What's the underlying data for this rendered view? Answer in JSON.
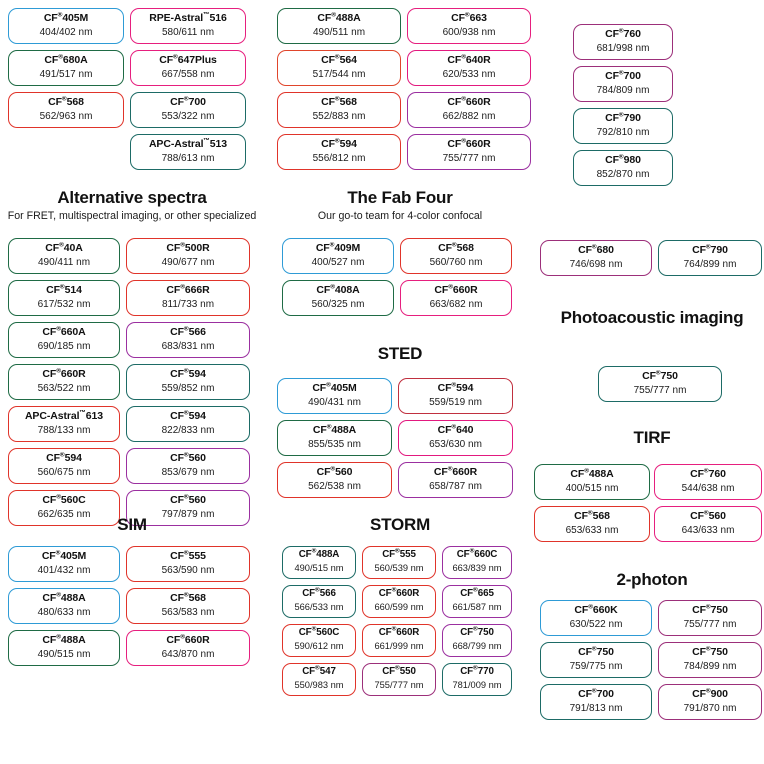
{
  "colors": {
    "blue": "#2e9bd6",
    "green": "#1f6b45",
    "teal": "#1d6b66",
    "red": "#e0342a",
    "orange_red": "#e0452b",
    "magenta": "#e2197f",
    "pink": "#e61f7e",
    "purple": "#8f2a8f",
    "violet": "#9b2fa0",
    "plum": "#9c2f7a"
  },
  "sections": [
    {
      "id": "top",
      "title": "",
      "subtitle": "",
      "columns": [
        {
          "id": "top-colA",
          "pills": [
            {
              "name": "CF",
              "sup": "®",
              "suffix": "405M",
              "wl": "404/402 nm",
              "color": "#2e9bd6"
            },
            {
              "name": "CF",
              "sup": "®",
              "suffix": "680A",
              "wl": "491/517 nm",
              "color": "#1f6b45"
            },
            {
              "name": "CF",
              "sup": "®",
              "suffix": "568",
              "wl": "562/963 nm",
              "color": "#e0342a"
            }
          ]
        },
        {
          "id": "top-colB",
          "pills": [
            {
              "name": "RPE-Astral",
              "sup": "™",
              "suffix": "516",
              "wl": "580/611 nm",
              "color": "#e61f7e"
            },
            {
              "name": "CF",
              "sup": "®",
              "suffix": "647Plus",
              "wl": "667/558 nm",
              "color": "#e61f7e"
            },
            {
              "name": "CF",
              "sup": "®",
              "suffix": "700",
              "wl": "553/322 nm",
              "color": "#1d6b66"
            },
            {
              "name": "APC-Astral",
              "sup": "™",
              "suffix": "513",
              "wl": "788/613 nm",
              "color": "#1d6b66"
            }
          ]
        },
        {
          "id": "top-colC",
          "pills": [
            {
              "name": "CF",
              "sup": "®",
              "suffix": "488A",
              "wl": "490/511 nm",
              "color": "#1f6b45"
            },
            {
              "name": "CF",
              "sup": "®",
              "suffix": "564",
              "wl": "517/544 nm",
              "color": "#e0452b"
            },
            {
              "name": "CF",
              "sup": "®",
              "suffix": "568",
              "wl": "552/883 nm",
              "color": "#e0342a"
            },
            {
              "name": "CF",
              "sup": "®",
              "suffix": "594",
              "wl": "556/812 nm",
              "color": "#e0342a"
            }
          ]
        },
        {
          "id": "top-colD",
          "pills": [
            {
              "name": "CF",
              "sup": "®",
              "suffix": "663",
              "wl": "600/938 nm",
              "color": "#e61f7e"
            },
            {
              "name": "CF",
              "sup": "®",
              "suffix": "640R",
              "wl": "620/533 nm",
              "color": "#e2197f"
            },
            {
              "name": "CF",
              "sup": "®",
              "suffix": "660R",
              "wl": "662/882 nm",
              "color": "#9b2fa0"
            },
            {
              "name": "CF",
              "sup": "®",
              "suffix": "660R",
              "wl": "755/777 nm",
              "color": "#9b2fa0"
            }
          ]
        },
        {
          "id": "top-colE",
          "pills": [
            {
              "name": "CF",
              "sup": "®",
              "suffix": "760",
              "wl": "681/998 nm",
              "color": "#9c2f7a"
            },
            {
              "name": "CF",
              "sup": "®",
              "suffix": "700",
              "wl": "784/809 nm",
              "color": "#9c2f7a"
            },
            {
              "name": "CF",
              "sup": "®",
              "suffix": "790",
              "wl": "792/810 nm",
              "color": "#1d6b66"
            },
            {
              "name": "CF",
              "sup": "®",
              "suffix": "980",
              "wl": "852/870 nm",
              "color": "#1d6b66"
            }
          ]
        }
      ]
    },
    {
      "id": "alternative-spectra",
      "title": "Alternative spectra",
      "subtitle": "For FRET, multispectral imaging, or other specialized",
      "columns": [
        {
          "id": "alt-colA",
          "pills": [
            {
              "name": "CF",
              "sup": "®",
              "suffix": "40A",
              "wl": "490/411 nm",
              "color": "#1f6b45"
            },
            {
              "name": "CF",
              "sup": "®",
              "suffix": "514",
              "wl": "617/532 nm",
              "color": "#1f6b45"
            },
            {
              "name": "CF",
              "sup": "®",
              "suffix": "660A",
              "wl": "690/185 nm",
              "color": "#1f6b45"
            },
            {
              "name": "CF",
              "sup": "®",
              "suffix": "660R",
              "wl": "563/522 nm",
              "color": "#1f6b45"
            },
            {
              "name": "APC-Astral",
              "sup": "™",
              "suffix": "613",
              "wl": "788/133 nm",
              "color": "#e0342a"
            },
            {
              "name": "CF",
              "sup": "®",
              "suffix": "594",
              "wl": "560/675 nm",
              "color": "#e0342a"
            },
            {
              "name": "CF",
              "sup": "®",
              "suffix": "560C",
              "wl": "662/635 nm",
              "color": "#e0342a"
            }
          ]
        },
        {
          "id": "alt-colB",
          "pills": [
            {
              "name": "CF",
              "sup": "®",
              "suffix": "500R",
              "wl": "490/677 nm",
              "color": "#e0342a"
            },
            {
              "name": "CF",
              "sup": "®",
              "suffix": "666R",
              "wl": "811/733 nm",
              "color": "#e0342a"
            },
            {
              "name": "CF",
              "sup": "®",
              "suffix": "566",
              "wl": "683/831 nm",
              "color": "#9b2fa0"
            },
            {
              "name": "CF",
              "sup": "®",
              "suffix": "594",
              "wl": "559/852 nm",
              "color": "#1d6b66"
            },
            {
              "name": "CF",
              "sup": "®",
              "suffix": "594",
              "wl": "822/833 nm",
              "color": "#1d6b66"
            },
            {
              "name": "CF",
              "sup": "®",
              "suffix": "560",
              "wl": "853/679 nm",
              "color": "#9b2fa0"
            },
            {
              "name": "CF",
              "sup": "®",
              "suffix": "560",
              "wl": "797/879 nm",
              "color": "#9b2fa0"
            }
          ]
        }
      ]
    },
    {
      "id": "fab-four",
      "title": "The Fab Four",
      "subtitle": "Our go-to team for 4-color confocal",
      "columns": [
        {
          "id": "fab-colA",
          "pills": [
            {
              "name": "CF",
              "sup": "®",
              "suffix": "409M",
              "wl": "400/527 nm",
              "color": "#2e9bd6"
            },
            {
              "name": "CF",
              "sup": "®",
              "suffix": "408A",
              "wl": "560/325 nm",
              "color": "#1f6b45"
            }
          ]
        },
        {
          "id": "fab-colB",
          "pills": [
            {
              "name": "CF",
              "sup": "®",
              "suffix": "568",
              "wl": "560/760 nm",
              "color": "#e0342a"
            },
            {
              "name": "CF",
              "sup": "®",
              "suffix": "660R",
              "wl": "663/682 nm",
              "color": "#e61f7e"
            }
          ]
        }
      ]
    },
    {
      "id": "sted",
      "title": "STED",
      "subtitle": "",
      "columns": [
        {
          "id": "sted-colA",
          "pills": [
            {
              "name": "CF",
              "sup": "®",
              "suffix": "405M",
              "wl": "490/431 nm",
              "color": "#2e9bd6"
            },
            {
              "name": "CF",
              "sup": "®",
              "suffix": "488A",
              "wl": "855/535 nm",
              "color": "#1f6b45"
            },
            {
              "name": "CF",
              "sup": "®",
              "suffix": "560",
              "wl": "562/538 nm",
              "color": "#e0342a"
            }
          ]
        },
        {
          "id": "sted-colB",
          "pills": [
            {
              "name": "CF",
              "sup": "®",
              "suffix": "594",
              "wl": "559/519 nm",
              "color": "#c0303f"
            },
            {
              "name": "CF",
              "sup": "®",
              "suffix": "640",
              "wl": "653/630 nm",
              "color": "#e2197f"
            },
            {
              "name": "CF",
              "sup": "®",
              "suffix": "660R",
              "wl": "658/787 nm",
              "color": "#9b2fa0"
            }
          ]
        }
      ]
    },
    {
      "id": "sim",
      "title": "SIM",
      "subtitle": "",
      "columns": [
        {
          "id": "sim-colA",
          "pills": [
            {
              "name": "CF",
              "sup": "®",
              "suffix": "405M",
              "wl": "401/432 nm",
              "color": "#2e9bd6"
            },
            {
              "name": "CF",
              "sup": "®",
              "suffix": "488A",
              "wl": "480/633 nm",
              "color": "#2e9bd6"
            },
            {
              "name": "CF",
              "sup": "®",
              "suffix": "488A",
              "wl": "490/515 nm",
              "color": "#1f6b45"
            }
          ]
        },
        {
          "id": "sim-colB",
          "pills": [
            {
              "name": "CF",
              "sup": "®",
              "suffix": "555",
              "wl": "563/590 nm",
              "color": "#e0342a"
            },
            {
              "name": "CF",
              "sup": "®",
              "suffix": "568",
              "wl": "563/583 nm",
              "color": "#e0342a"
            },
            {
              "name": "CF",
              "sup": "®",
              "suffix": "660R",
              "wl": "643/870 nm",
              "color": "#e61f7e"
            }
          ]
        }
      ]
    },
    {
      "id": "storm",
      "title": "STORM",
      "subtitle": "",
      "columns": [
        {
          "id": "storm-colA",
          "pills": [
            {
              "name": "CF",
              "sup": "®",
              "suffix": "488A",
              "wl": "490/515 nm",
              "color": "#1d6b66"
            },
            {
              "name": "CF",
              "sup": "®",
              "suffix": "566",
              "wl": "566/533 nm",
              "color": "#1d6b66"
            },
            {
              "name": "CF",
              "sup": "®",
              "suffix": "560C",
              "wl": "590/612 nm",
              "color": "#e0342a"
            },
            {
              "name": "CF",
              "sup": "®",
              "suffix": "547",
              "wl": "550/983 nm",
              "color": "#e0342a"
            }
          ]
        },
        {
          "id": "storm-colB",
          "pills": [
            {
              "name": "CF",
              "sup": "®",
              "suffix": "555",
              "wl": "560/539 nm",
              "color": "#e0342a"
            },
            {
              "name": "CF",
              "sup": "®",
              "suffix": "660R",
              "wl": "660/599 nm",
              "color": "#e0342a"
            },
            {
              "name": "CF",
              "sup": "®",
              "suffix": "660R",
              "wl": "661/999 nm",
              "color": "#e0342a"
            },
            {
              "name": "CF",
              "sup": "®",
              "suffix": "550",
              "wl": "755/777 nm",
              "color": "#9c2f7a"
            }
          ]
        },
        {
          "id": "storm-colC",
          "pills": [
            {
              "name": "CF",
              "sup": "®",
              "suffix": "660C",
              "wl": "663/839 nm",
              "color": "#9b2fa0"
            },
            {
              "name": "CF",
              "sup": "®",
              "suffix": "665",
              "wl": "661/587 nm",
              "color": "#9b2fa0"
            },
            {
              "name": "CF",
              "sup": "®",
              "suffix": "750",
              "wl": "668/799 nm",
              "color": "#9b2fa0"
            },
            {
              "name": "CF",
              "sup": "®",
              "suffix": "770",
              "wl": "781/009 nm",
              "color": "#1d6b66"
            }
          ]
        }
      ]
    },
    {
      "id": "nir-pair",
      "title": "",
      "subtitle": "",
      "columns": [
        {
          "id": "nir-colA",
          "pills": [
            {
              "name": "CF",
              "sup": "®",
              "suffix": "680",
              "wl": "746/698 nm",
              "color": "#9c2f7a"
            }
          ]
        },
        {
          "id": "nir-colB",
          "pills": [
            {
              "name": "CF",
              "sup": "®",
              "suffix": "790",
              "wl": "764/899 nm",
              "color": "#1d6b66"
            }
          ]
        }
      ]
    },
    {
      "id": "photoacoustic",
      "title": "Photoacoustic imaging",
      "subtitle": "",
      "columns": [
        {
          "id": "pa-pill",
          "pills": [
            {
              "name": "CF",
              "sup": "®",
              "suffix": "750",
              "wl": "755/777 nm",
              "color": "#1d6b66"
            }
          ]
        }
      ]
    },
    {
      "id": "tirf",
      "title": "TIRF",
      "subtitle": "",
      "columns": [
        {
          "id": "tirf-colA",
          "pills": [
            {
              "name": "CF",
              "sup": "®",
              "suffix": "488A",
              "wl": "400/515 nm",
              "color": "#1f6b45"
            },
            {
              "name": "CF",
              "sup": "®",
              "suffix": "568",
              "wl": "653/633 nm",
              "color": "#e0342a"
            }
          ]
        },
        {
          "id": "tirf-colB",
          "pills": [
            {
              "name": "CF",
              "sup": "®",
              "suffix": "760",
              "wl": "544/638 nm",
              "color": "#e61f7e"
            },
            {
              "name": "CF",
              "sup": "®",
              "suffix": "560",
              "wl": "643/633 nm",
              "color": "#e61f7e"
            }
          ]
        }
      ]
    },
    {
      "id": "two-photon",
      "title": "2-photon",
      "subtitle": "",
      "columns": [
        {
          "id": "tp-colA",
          "pills": [
            {
              "name": "CF",
              "sup": "®",
              "suffix": "660K",
              "wl": "630/522 nm",
              "color": "#2e9bd6"
            },
            {
              "name": "CF",
              "sup": "®",
              "suffix": "750",
              "wl": "759/775 nm",
              "color": "#1d6b66"
            },
            {
              "name": "CF",
              "sup": "®",
              "suffix": "700",
              "wl": "791/813 nm",
              "color": "#1d6b66"
            }
          ]
        },
        {
          "id": "tp-colB",
          "pills": [
            {
              "name": "CF",
              "sup": "®",
              "suffix": "750",
              "wl": "755/777 nm",
              "color": "#9c2f7a"
            },
            {
              "name": "CF",
              "sup": "®",
              "suffix": "750",
              "wl": "784/899 nm",
              "color": "#9c2f7a"
            },
            {
              "name": "CF",
              "sup": "®",
              "suffix": "900",
              "wl": "791/870 nm",
              "color": "#9c2f7a"
            }
          ]
        }
      ]
    }
  ]
}
